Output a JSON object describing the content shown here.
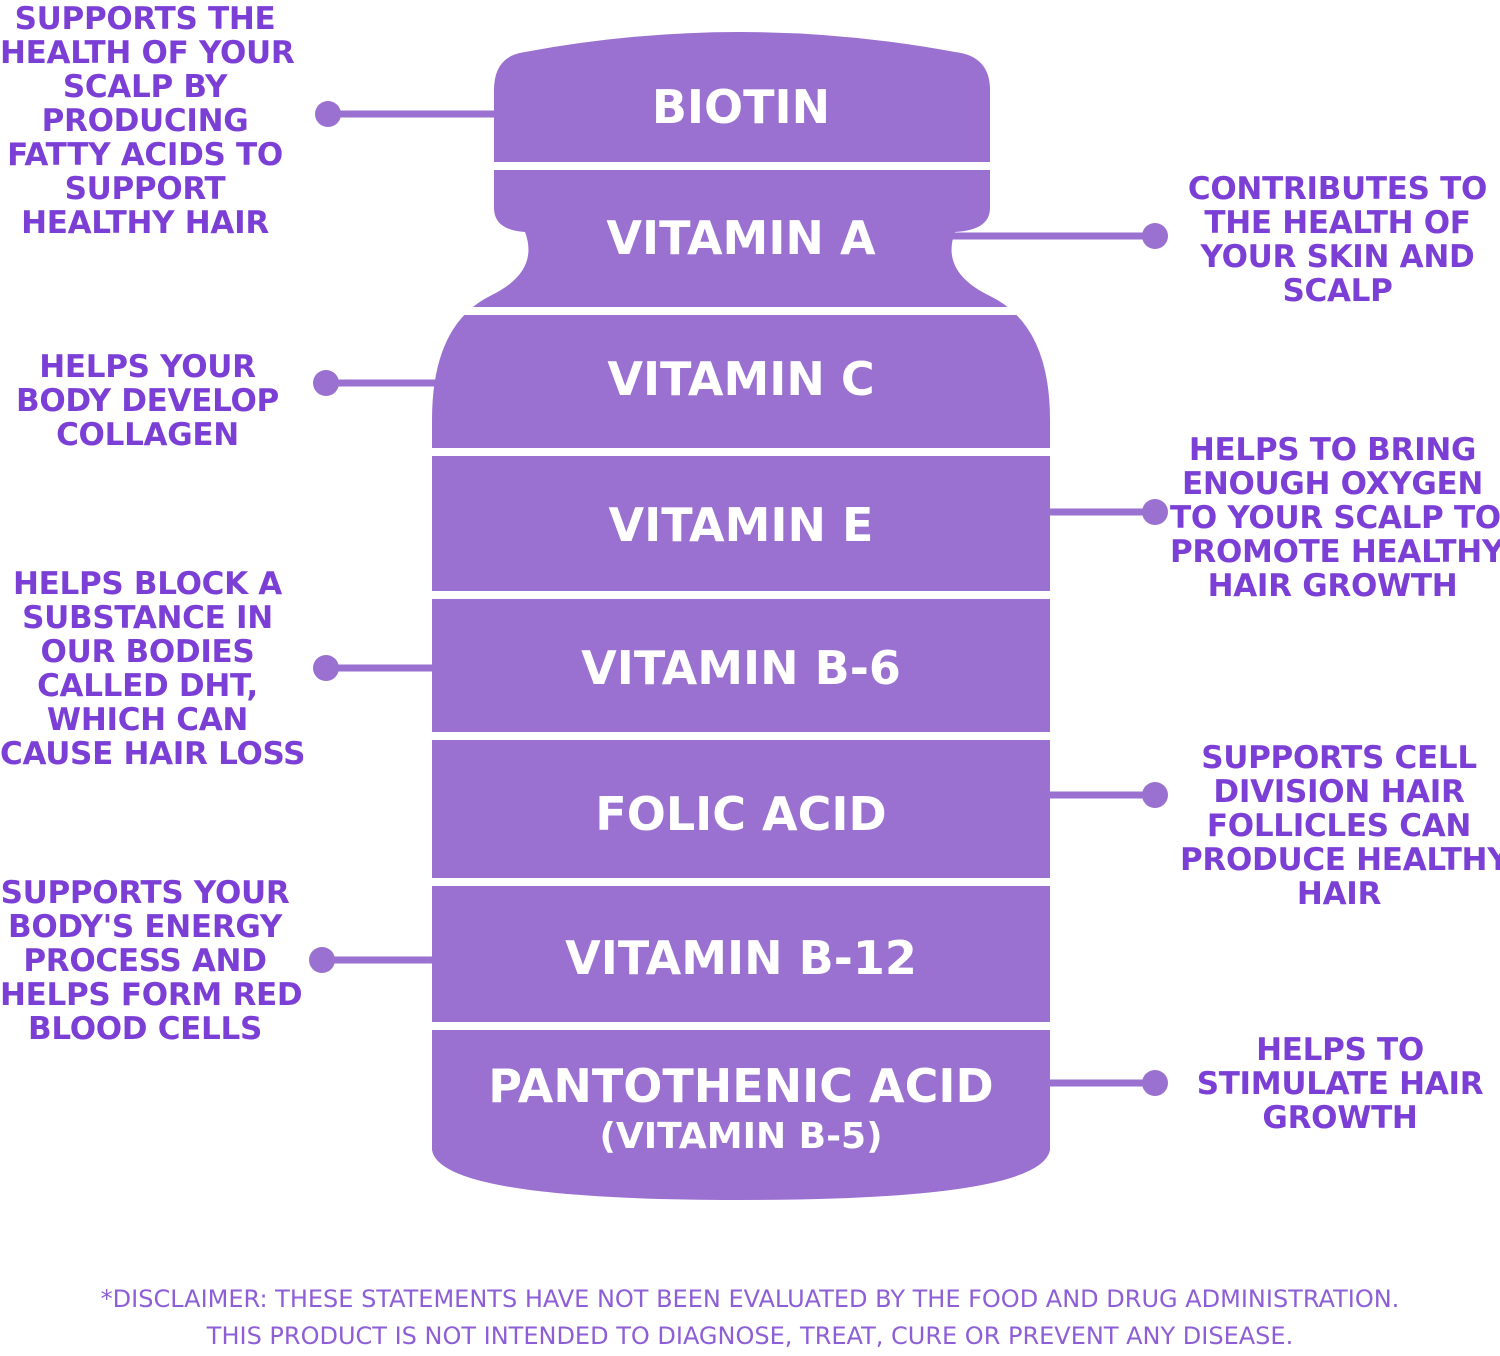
{
  "colors": {
    "bottle": "#9a70d0",
    "divider": "#ffffff",
    "text_accent": "#7b3fd6",
    "disclaimer": "#8e5ed6"
  },
  "segments": [
    {
      "name": "BIOTIN"
    },
    {
      "name": "VITAMIN A"
    },
    {
      "name": "VITAMIN C"
    },
    {
      "name": "VITAMIN E"
    },
    {
      "name": "VITAMIN B-6"
    },
    {
      "name": "FOLIC ACID"
    },
    {
      "name": "VITAMIN B-12"
    },
    {
      "name": "PANTOTHENIC ACID",
      "sub": "(VITAMIN B-5)"
    }
  ],
  "callouts": [
    {
      "lines": [
        "SUPPORTS THE",
        "HEALTH OF YOUR",
        "SCALP BY",
        "PRODUCING",
        "FATTY ACIDS TO",
        "SUPPORT",
        "HEALTHY HAIR"
      ]
    },
    {
      "lines": [
        "CONTRIBUTES TO",
        "THE HEALTH OF",
        "YOUR SKIN AND",
        "SCALP"
      ]
    },
    {
      "lines": [
        "HELPS YOUR",
        "BODY DEVELOP",
        "COLLAGEN"
      ]
    },
    {
      "lines": [
        "HELPS TO BRING",
        "ENOUGH OXYGEN",
        "TO YOUR SCALP TO",
        "PROMOTE HEALTHY",
        "HAIR GROWTH"
      ]
    },
    {
      "lines": [
        "HELPS BLOCK A",
        "SUBSTANCE IN",
        "OUR BODIES",
        "CALLED DHT,",
        "WHICH CAN",
        "CAUSE HAIR LOSS"
      ]
    },
    {
      "lines": [
        "SUPPORTS CELL",
        "DIVISION HAIR",
        "FOLLICLES CAN",
        "PRODUCE HEALTHY",
        "HAIR"
      ]
    },
    {
      "lines": [
        "SUPPORTS YOUR",
        "BODY'S ENERGY",
        "PROCESS AND",
        "HELPS FORM RED",
        "BLOOD CELLS"
      ]
    },
    {
      "lines": [
        "HELPS TO",
        "STIMULATE HAIR",
        "GROWTH"
      ]
    }
  ],
  "disclaimer": {
    "line1": "*DISCLAIMER: THESE STATEMENTS HAVE NOT BEEN EVALUATED BY THE FOOD AND DRUG ADMINISTRATION.",
    "line2": "THIS PRODUCT IS NOT INTENDED TO DIAGNOSE, TREAT, CURE OR PREVENT ANY DISEASE."
  }
}
